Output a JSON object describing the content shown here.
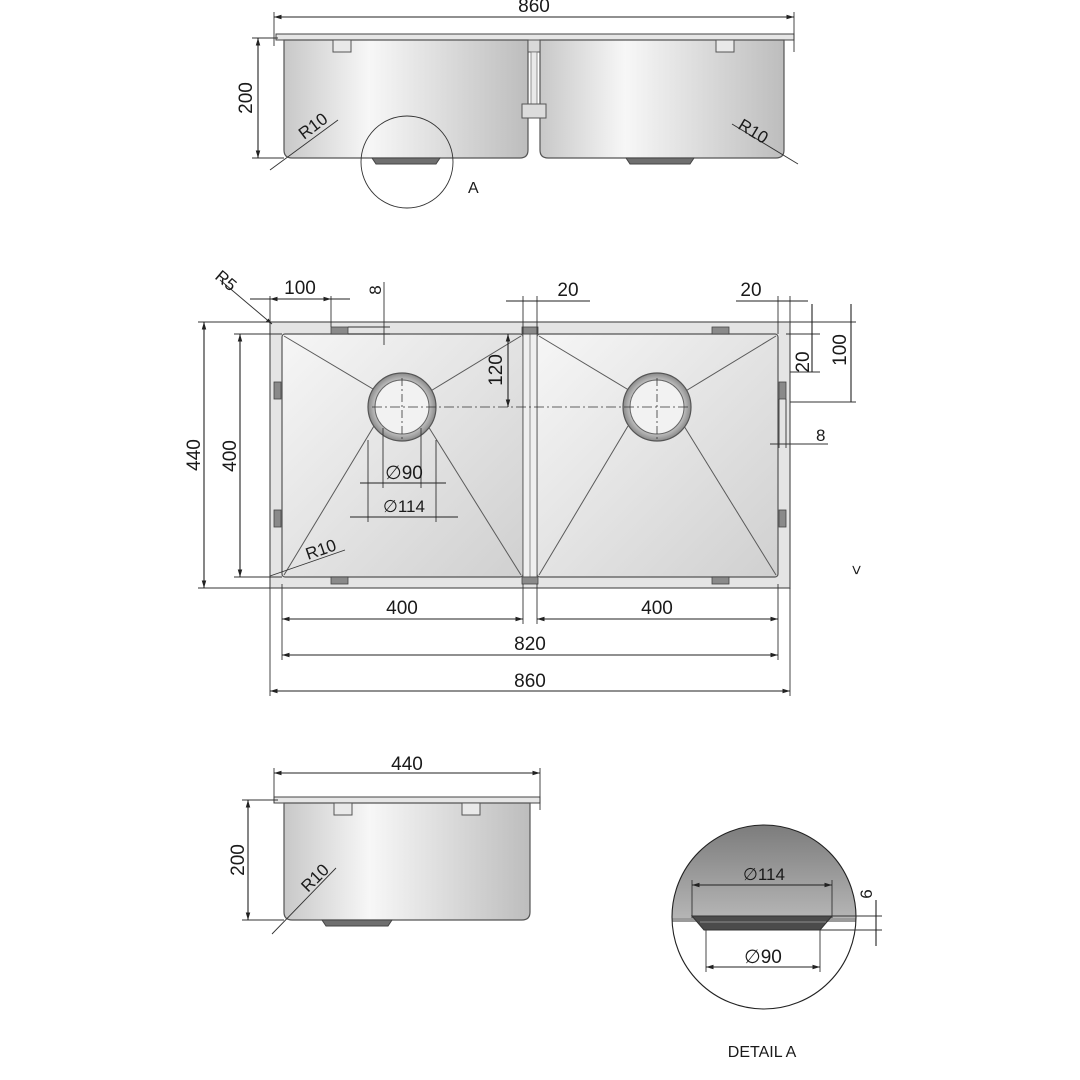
{
  "colors": {
    "steel_light": "#f3f3f3",
    "steel_mid": "#d2d2d2",
    "steel_dark": "#9a9a9a",
    "line": "#222222"
  },
  "front_view": {
    "width_label": "860",
    "height_label": "200",
    "radius_left": "R10",
    "radius_right": "R10",
    "detail_marker": "A"
  },
  "plan_view": {
    "corner_radius": "R5",
    "dims": {
      "left_offset": "100",
      "clip_thickness": "8",
      "mid_gap": "20",
      "right_gap": "20",
      "edge_margin": "20",
      "edge_margin_total": "100",
      "drain_offset": "120",
      "side_clip": "8",
      "overall_height": "440",
      "bowl_height": "400",
      "drain_inner": "∅90",
      "drain_outer": "∅114",
      "bowl_radius": "R10",
      "left_bowl_width": "400",
      "right_bowl_width": "400",
      "bowls_total": "820",
      "overall_width": "860"
    },
    "stray_mark": "<"
  },
  "side_view": {
    "width_label": "440",
    "height_label": "200",
    "radius": "R10"
  },
  "detail_a": {
    "outer_diameter": "∅114",
    "inner_diameter": "∅90",
    "depth": "6",
    "caption": "DETAIL A"
  }
}
